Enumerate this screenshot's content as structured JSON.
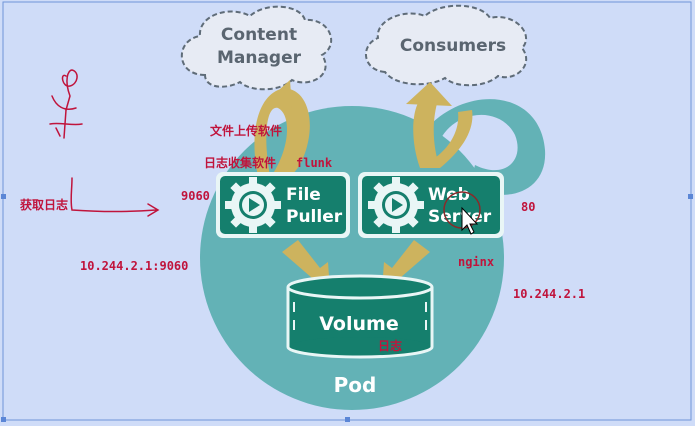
{
  "clouds": {
    "content_manager": [
      "Content",
      "Manager"
    ],
    "consumers": "Consumers"
  },
  "pod": {
    "label": "Pod",
    "file_puller": [
      "File",
      "Puller"
    ],
    "web_server": [
      "Web",
      "Server"
    ],
    "volume": "Volume"
  },
  "annotations": {
    "upload_software": "文件上传软件",
    "log_collect_software": "日志收集软件",
    "flunk": "flunk",
    "port_9060": "9060",
    "get_logs": "获取日志",
    "ip_port": "10.244.2.1:9060",
    "port_80": "80",
    "nginx": "nginx",
    "ip": "10.244.2.1",
    "logs": "日志"
  },
  "colors": {
    "background": "#cfdcf8",
    "pod": "#63b2b6",
    "box": "#157f6d",
    "arrow": "#cdb35e",
    "cloud": "#e7ebf4",
    "annotation": "#c0143c"
  }
}
